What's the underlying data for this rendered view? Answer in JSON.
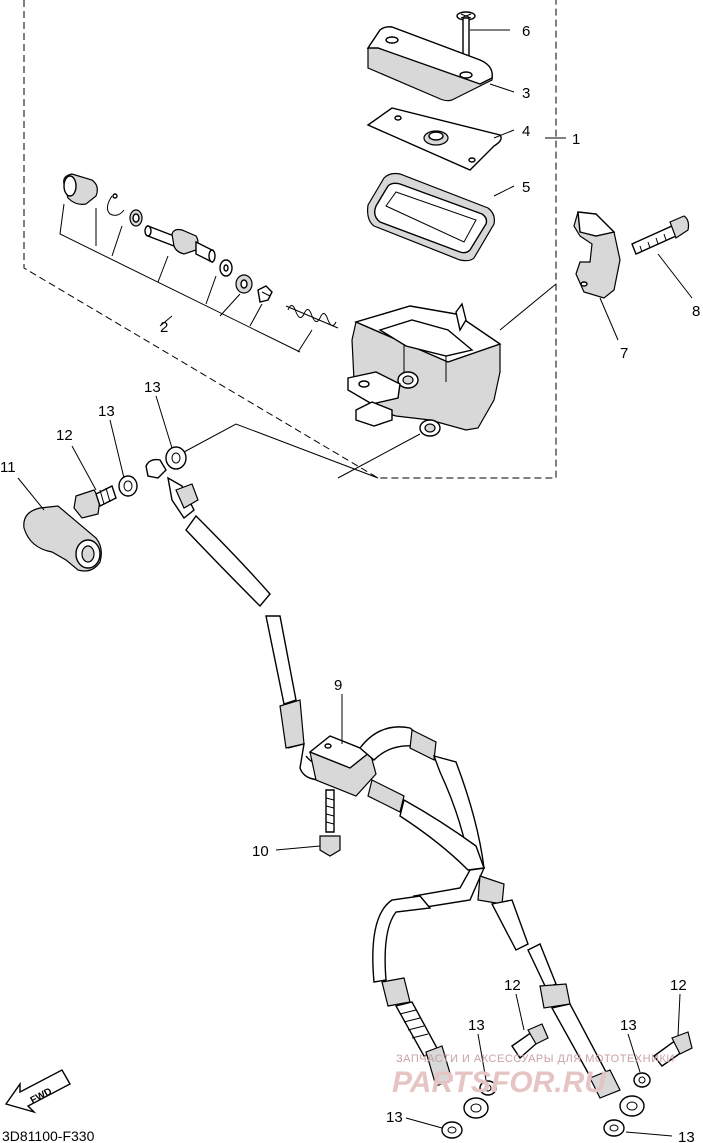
{
  "diagram": {
    "reference_code": "3D81100-F330",
    "direction_label": "FWD",
    "callouts": {
      "c1": "1",
      "c2": "2",
      "c3": "3",
      "c4": "4",
      "c5": "5",
      "c6": "6",
      "c7": "7",
      "c8": "8",
      "c9": "9",
      "c10": "10",
      "c11": "11",
      "c12_top": "12",
      "c13_a": "13",
      "c13_b": "13",
      "c12_mid": "12",
      "c13_mid": "13",
      "c12_right": "12",
      "c13_right": "13",
      "c13_bottom_left": "13",
      "c13_bottom_right": "13"
    },
    "watermark": {
      "line1": "ЗАПЧАСТИ И АКСЕССУАРЫ ДЛЯ МОТОТЕХНИКИ",
      "line2": "PARTSFOR.RU"
    }
  }
}
